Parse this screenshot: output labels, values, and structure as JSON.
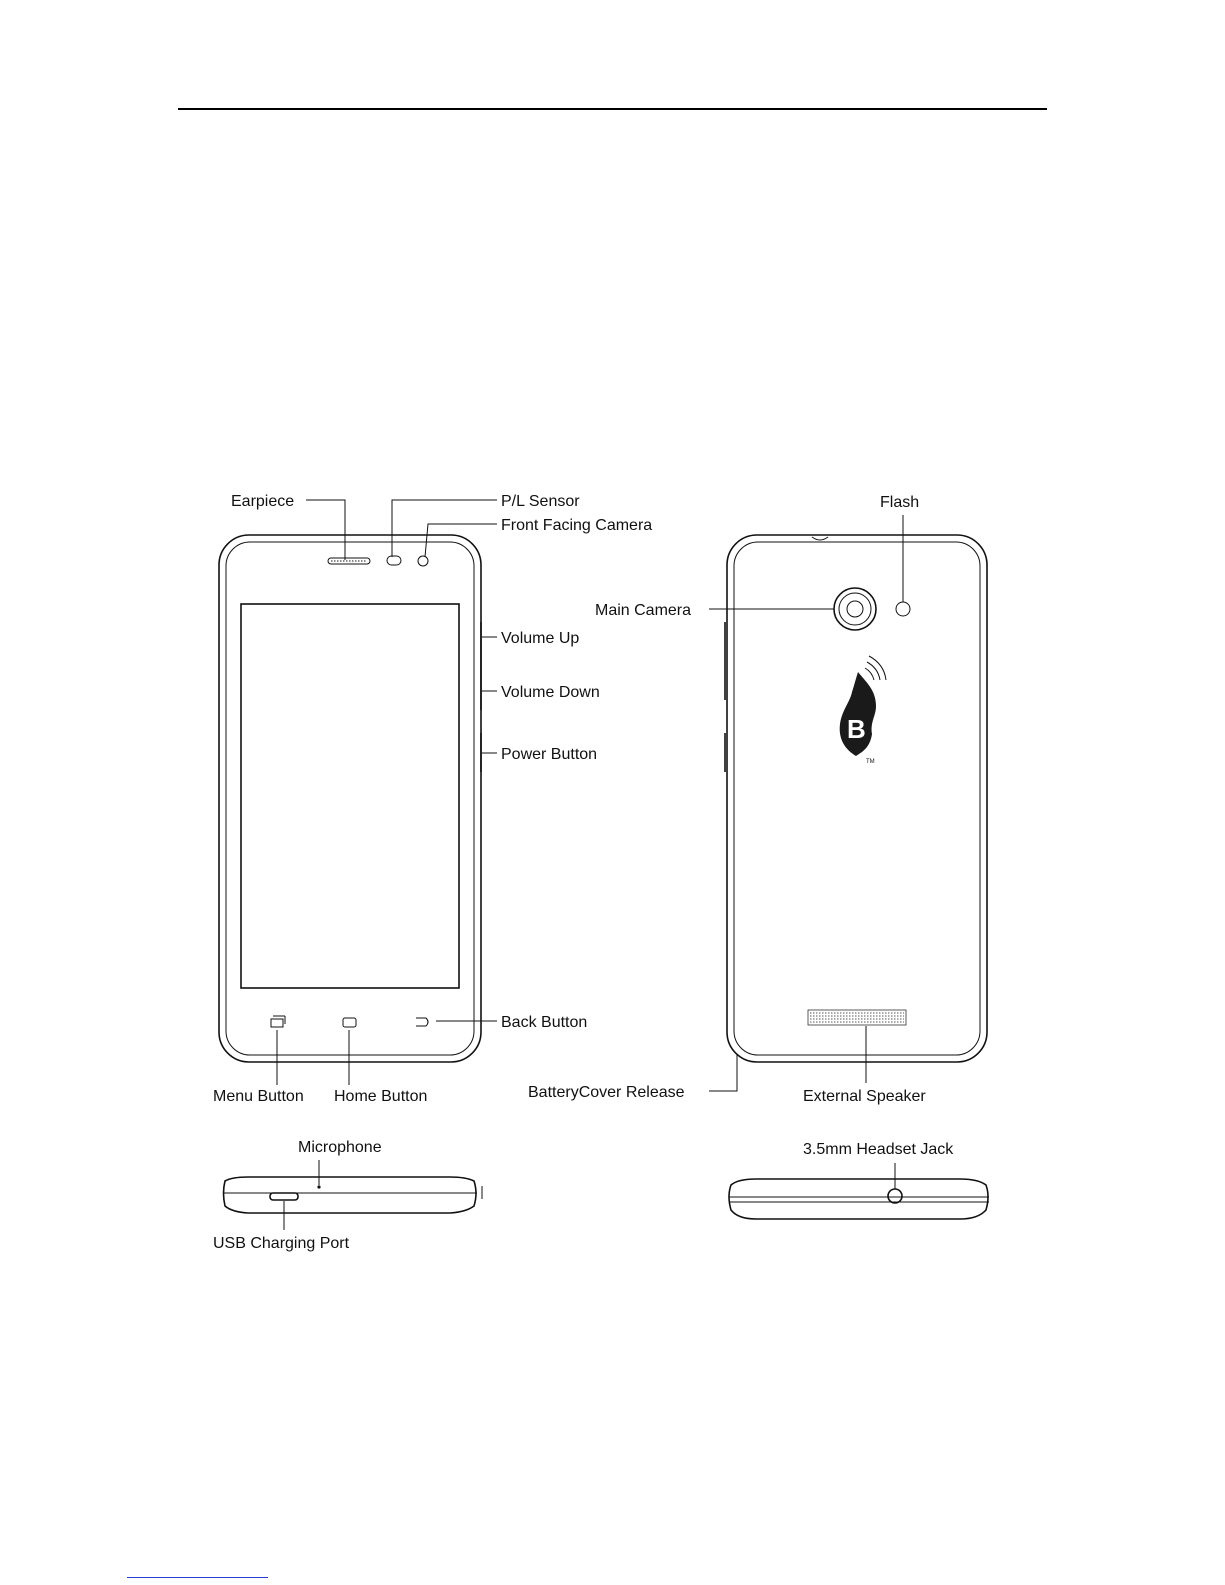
{
  "labels": {
    "earpiece": "Earpiece",
    "pl_sensor": "P/L  Sensor",
    "front_camera": "Front Facing Camera",
    "volume_up": "Volume Up",
    "volume_down": "Volume Down",
    "power_button": "Power Button",
    "back_button": "Back Button",
    "menu_button": "Menu Button",
    "home_button": "Home Button",
    "microphone": "Microphone",
    "usb_port": "USB Charging Port",
    "flash": "Flash",
    "main_camera": "Main Camera",
    "battery_cover_release": "BatteryCover Release",
    "external_speaker": "External Speaker",
    "headset_jack": "3.5mm Headset Jack"
  },
  "logo": {
    "letter": "B",
    "trademark": "TM"
  }
}
